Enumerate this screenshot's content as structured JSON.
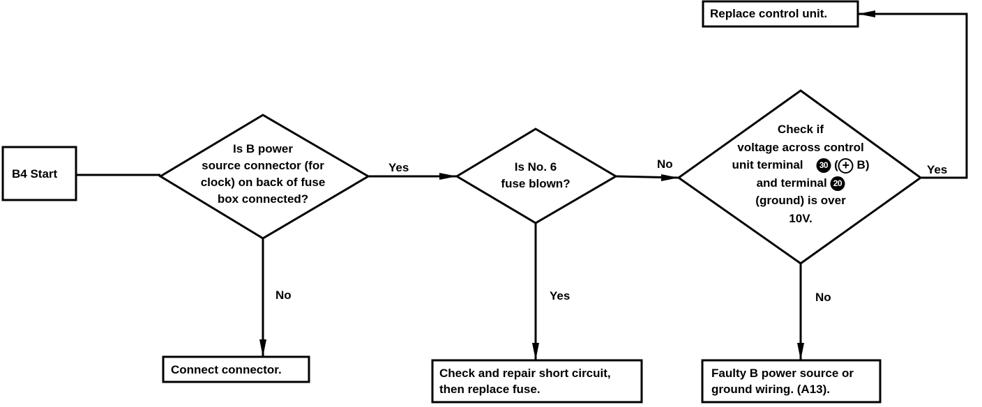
{
  "start": {
    "label": "B4 Start"
  },
  "decision1": {
    "lines": [
      "Is B power",
      "source connector (for",
      "clock) on back of fuse",
      "box connected?"
    ]
  },
  "decision2": {
    "lines": [
      "Is No. 6",
      "fuse blown?"
    ]
  },
  "decision3": {
    "line1": "Check if",
    "line2": "voltage across control",
    "line3_pre": "unit terminal",
    "terminal_a": "30",
    "paren_open": "(",
    "plus_symbol": "+",
    "line3_post": "B)",
    "line4_pre": "and terminal",
    "terminal_b": "20",
    "line5": "(ground) is over",
    "line6": "10V."
  },
  "outcomes": {
    "connect": "Connect connector.",
    "repair_line1": "Check and repair short circuit,",
    "repair_line2": "then replace fuse.",
    "faulty_line1": "Faulty B power source or",
    "faulty_line2": "ground wiring. (A13).",
    "replace": "Replace control unit."
  },
  "edges": {
    "d1_yes": "Yes",
    "d1_no": "No",
    "d2_no": "No",
    "d2_yes": "Yes",
    "d3_yes": "Yes",
    "d3_no": "No"
  }
}
